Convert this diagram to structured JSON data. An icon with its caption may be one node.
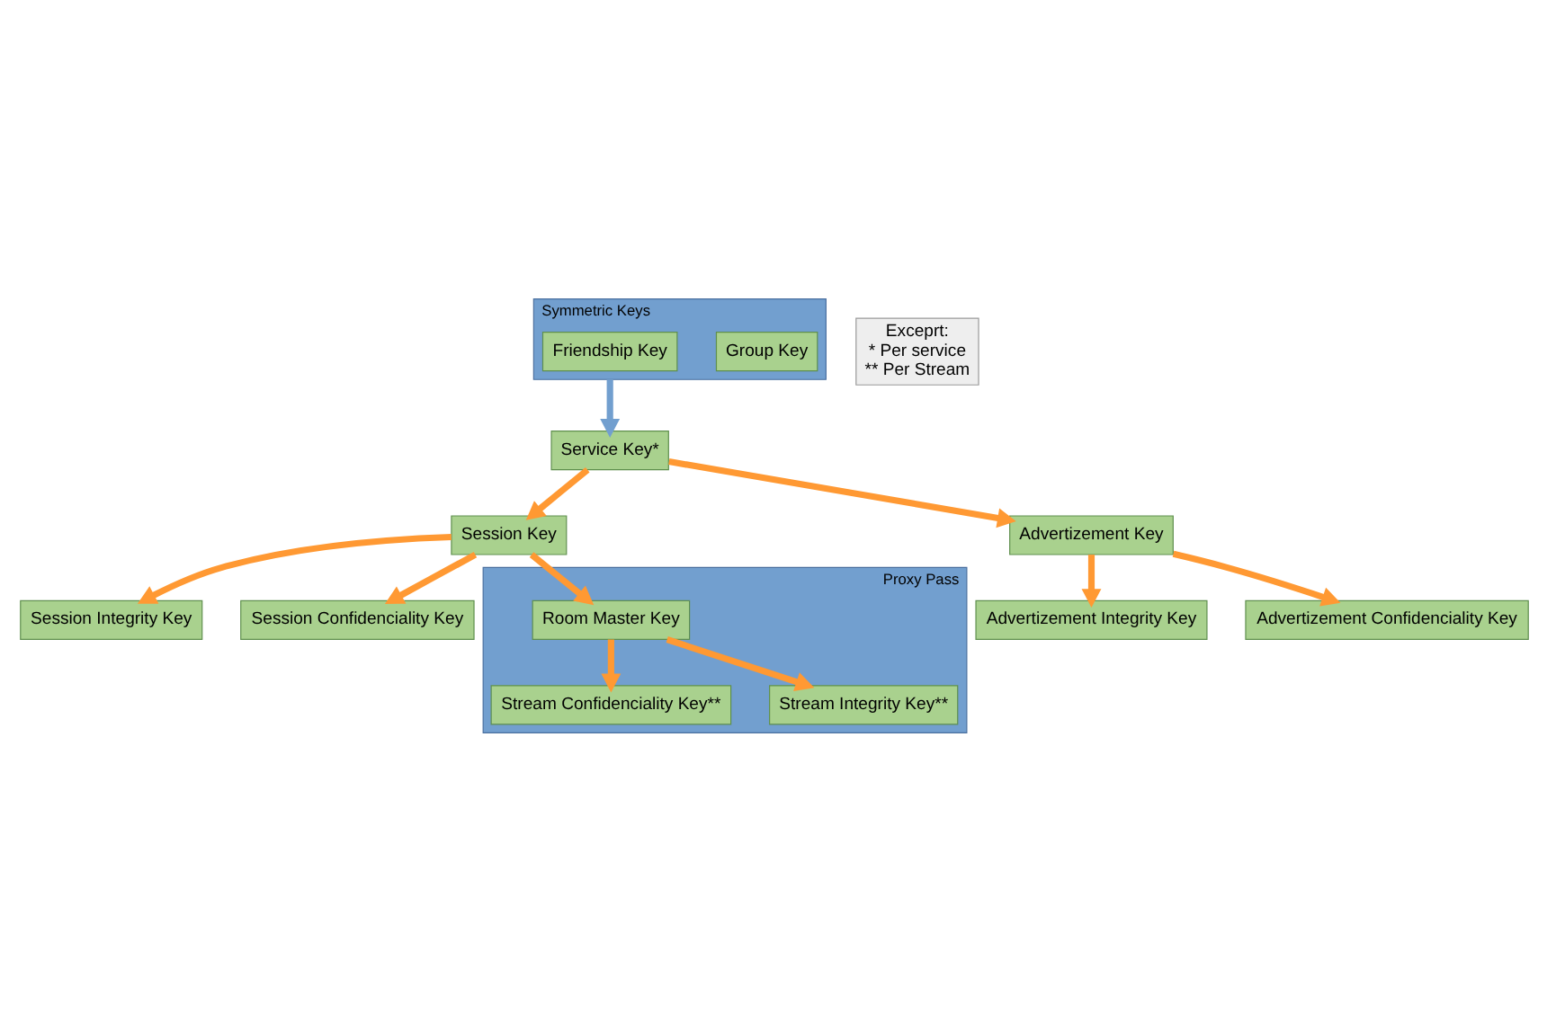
{
  "diagram": {
    "nodes": [
      {
        "text": [
          "Symmetric Keys"
        ]
      },
      {
        "text": [
          "Group Key"
        ],
        "in": 0
      },
      {
        "text": [
          "Friendship Key"
        ],
        "in": 0
      },
      {
        "text": [
          "Service Key*"
        ]
      },
      {
        "text": [
          "Session Key"
        ]
      },
      {
        "text": [
          "Session Integrity Key"
        ]
      },
      {
        "text": [
          "Session Confidenciality Key"
        ]
      },
      {
        "text": [
          "Advertizement Integrity Key"
        ]
      },
      {
        "text": [
          "Advertizement Key"
        ]
      },
      {
        "text": [
          "Advertizement Confidenciality Key"
        ]
      },
      {
        "text": [
          "Proxy Pass"
        ]
      },
      {
        "text": [
          "Stream Confidenciality Key**"
        ],
        "in": 10
      },
      {
        "text": [
          "Stream Integrity Key**"
        ],
        "in": 10
      },
      {
        "text": [
          "Room Master Key"
        ],
        "in": 10
      },
      {
        "text": [
          "Exceprt:",
          "* Per service",
          "** Per Stream"
        ]
      }
    ],
    "edges": [
      {
        "from": 0,
        "to": 3,
        "arrow": "to",
        "color": "#729fcf"
      },
      {
        "from": 3,
        "to": 4,
        "arrow": "to"
      },
      {
        "from": 3,
        "to": 8,
        "arrow": "to"
      },
      {
        "from": 4,
        "to": 5,
        "arrow": "to"
      },
      {
        "from": 4,
        "to": 6,
        "arrow": "to"
      },
      {
        "from": 8,
        "to": 7,
        "arrow": "to"
      },
      {
        "from": 8,
        "to": 9,
        "arrow": "to"
      },
      {
        "from": 4,
        "to": 13,
        "arrow": "to"
      },
      {
        "from": 13,
        "to": 11,
        "arrow": "to"
      },
      {
        "from": 13,
        "to": 12,
        "arrow": "to"
      }
    ]
  }
}
